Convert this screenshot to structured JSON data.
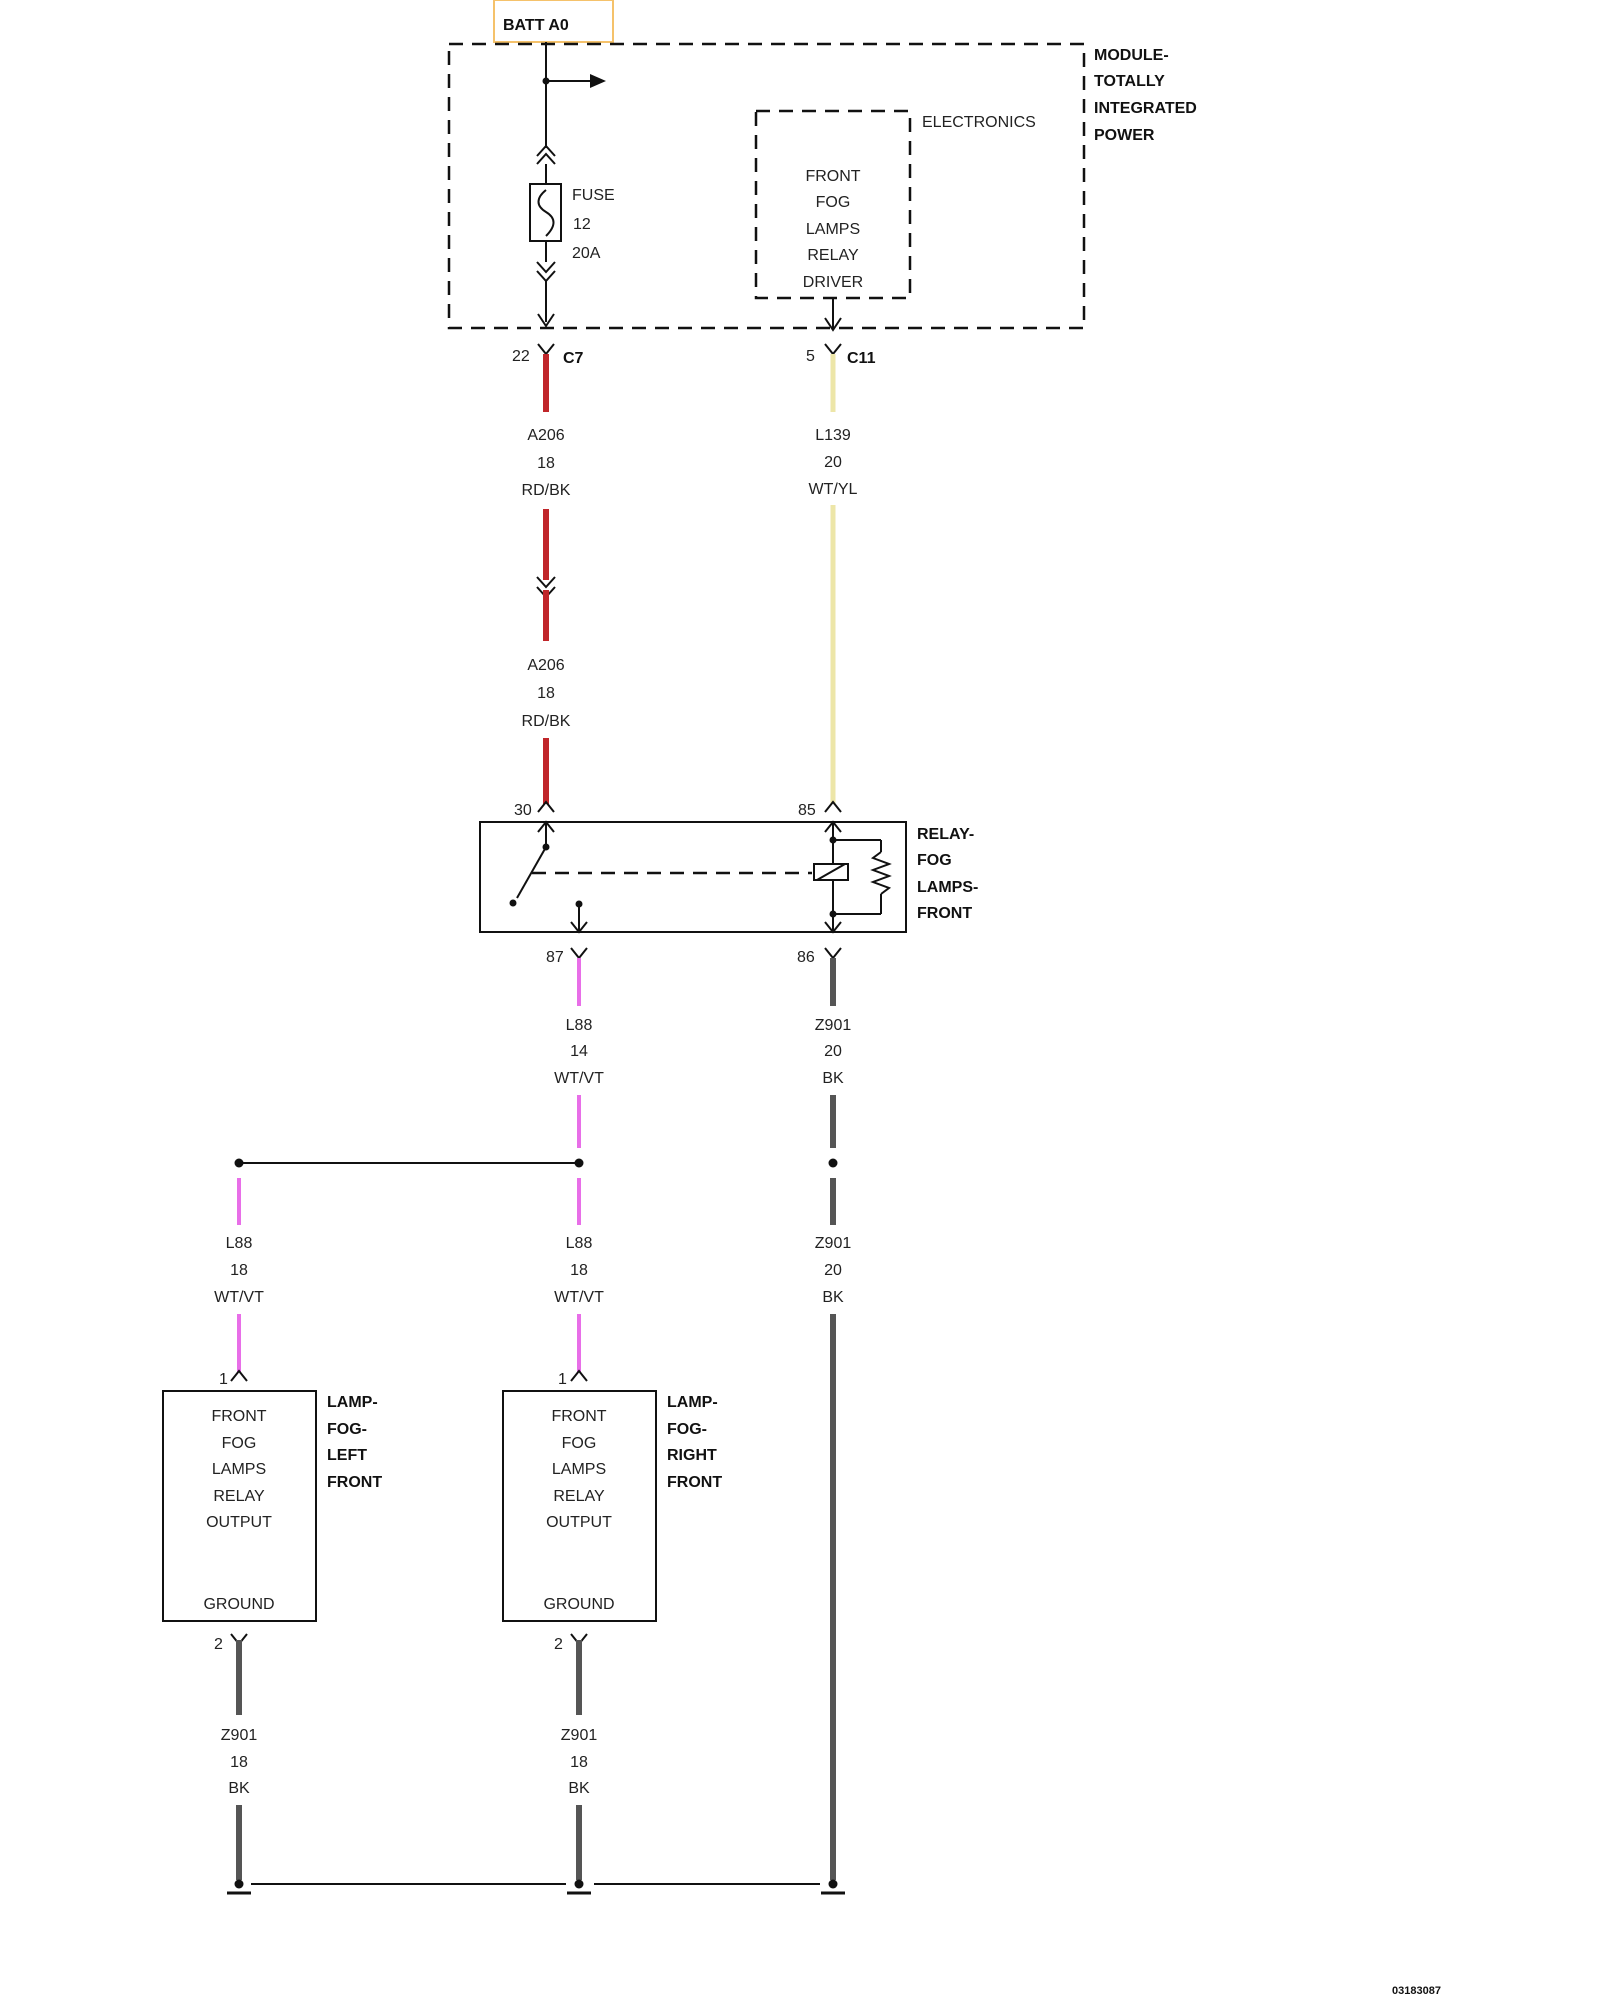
{
  "batt": "BATT A0",
  "module": {
    "lines": [
      "MODULE-",
      "TOTALLY",
      "INTEGRATED",
      "POWER"
    ],
    "electronics": "ELECTRONICS"
  },
  "fuse": {
    "label": "FUSE",
    "number": "12",
    "rating": "20A"
  },
  "driver": {
    "lines": [
      "FRONT",
      "FOG",
      "LAMPS",
      "RELAY",
      "DRIVER"
    ]
  },
  "connectors": {
    "c7": {
      "pin": "22",
      "name": "C7"
    },
    "c11": {
      "pin": "5",
      "name": "C11"
    }
  },
  "wires": {
    "a206_upper": [
      "A206",
      "18",
      "RD/BK"
    ],
    "a206_lower": [
      "A206",
      "18",
      "RD/BK"
    ],
    "l139": [
      "L139",
      "20",
      "WT/YL"
    ],
    "l88_main": [
      "L88",
      "14",
      "WT/VT"
    ],
    "z901_main": [
      "Z901",
      "20",
      "BK"
    ],
    "l88_left": [
      "L88",
      "18",
      "WT/VT"
    ],
    "l88_right": [
      "L88",
      "18",
      "WT/VT"
    ],
    "z901_mid": [
      "Z901",
      "20",
      "BK"
    ],
    "z901_left": [
      "Z901",
      "18",
      "BK"
    ],
    "z901_right": [
      "Z901",
      "18",
      "BK"
    ]
  },
  "relay": {
    "lines": [
      "RELAY-",
      "FOG",
      "LAMPS-",
      "FRONT"
    ],
    "pins": {
      "p30": "30",
      "p85": "85",
      "p87": "87",
      "p86": "86"
    }
  },
  "lamp_left": {
    "title": [
      "LAMP-",
      "FOG-",
      "LEFT",
      "FRONT"
    ],
    "body": [
      "FRONT",
      "FOG",
      "LAMPS",
      "RELAY",
      "OUTPUT"
    ],
    "ground": "GROUND",
    "pin1": "1",
    "pin2": "2"
  },
  "lamp_right": {
    "title": [
      "LAMP-",
      "FOG-",
      "RIGHT",
      "FRONT"
    ],
    "body": [
      "FRONT",
      "FOG",
      "LAMPS",
      "RELAY",
      "OUTPUT"
    ],
    "ground": "GROUND",
    "pin1": "1",
    "pin2": "2"
  },
  "figure_id": "03183087",
  "colors": {
    "red": "#c0262a",
    "yellow": "#ede6a8",
    "violet": "#e86ee8",
    "black_wire": "#555555",
    "batt_border": "#f5c26b"
  }
}
